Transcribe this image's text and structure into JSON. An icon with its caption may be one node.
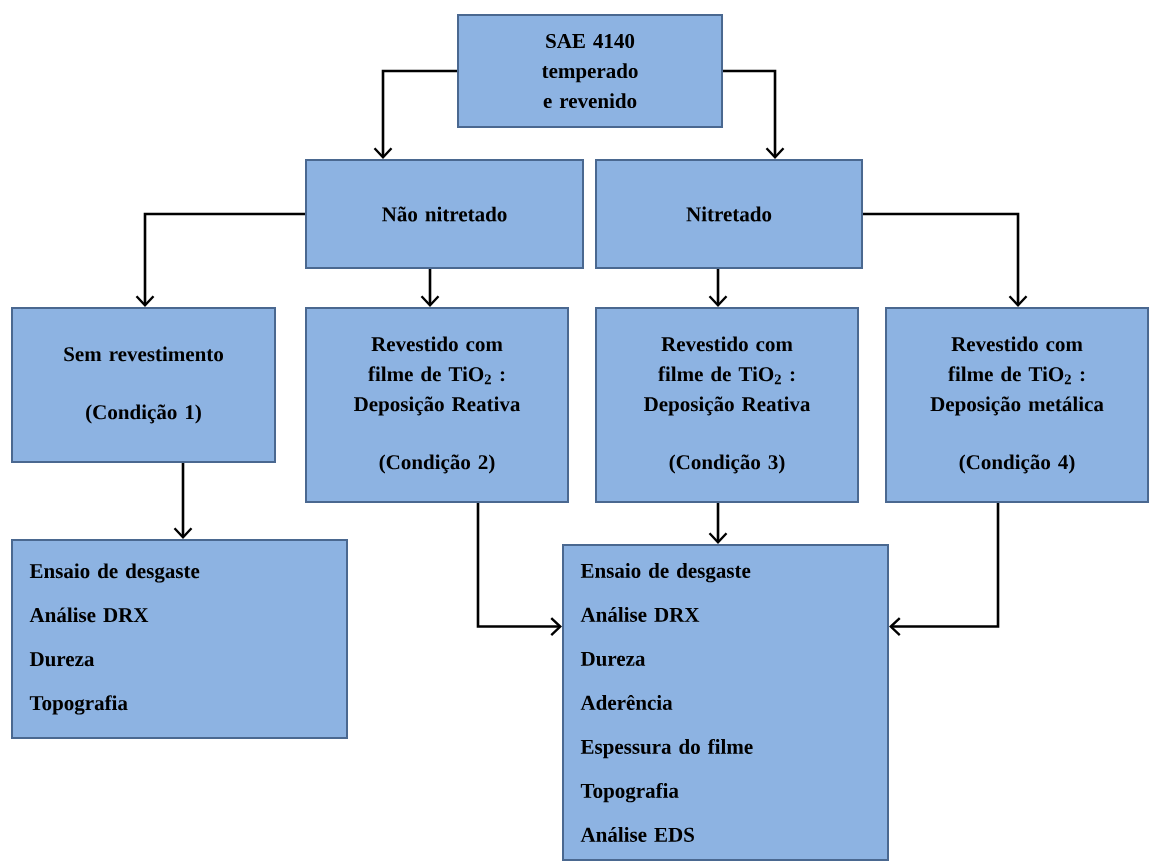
{
  "diagram": {
    "nodes": [
      {
        "text": [
          "SAE 4140 temperado e revenido"
        ]
      },
      {
        "text": [
          "Não nitretado"
        ]
      },
      {
        "text": [
          "Nitretado"
        ]
      },
      {
        "text": [
          "Sem revestimento",
          "(Condição 1)"
        ]
      },
      {
        "text": [
          "Revestido com filme de TiO$_{2}$ : Deposição Reativa",
          "(Condição 2)"
        ]
      },
      {
        "text": [
          "Revestido com filme de TiO$_{2}$ : Deposição Reativa",
          "(Condição 3)"
        ]
      },
      {
        "text": [
          "Revestido com filme de TiO$_{2}$ : Deposição metálica",
          "(Condição 4)"
        ]
      },
      {
        "text": [
          "Ensaio de desgaste",
          "Análise DRX",
          "Dureza",
          "Topografia"
        ]
      },
      {
        "text": [
          "Ensaio de desgaste",
          "Análise DRX",
          "Dureza",
          "Aderência",
          "Espessura do filme",
          "Topografia",
          "Análise EDS"
        ]
      }
    ],
    "edges": [
      {
        "from": 0,
        "to": 1,
        "arrow": "to"
      },
      {
        "from": 0,
        "to": 2,
        "arrow": "to"
      },
      {
        "from": 1,
        "to": 3,
        "arrow": "to"
      },
      {
        "from": 1,
        "to": 4,
        "arrow": "to"
      },
      {
        "from": 2,
        "to": 5,
        "arrow": "to"
      },
      {
        "from": 2,
        "to": 6,
        "arrow": "to"
      },
      {
        "from": 3,
        "to": 7,
        "arrow": "to"
      },
      {
        "from": 4,
        "to": 8,
        "arrow": "to"
      },
      {
        "from": 5,
        "to": 8,
        "arrow": "to"
      },
      {
        "from": 6,
        "to": 8,
        "arrow": "to"
      }
    ]
  }
}
